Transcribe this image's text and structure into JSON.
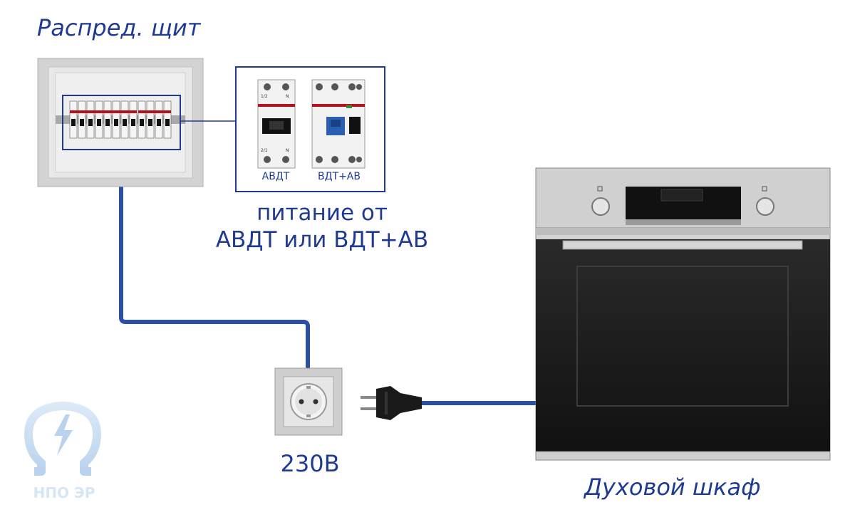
{
  "labels": {
    "panel": "Распред. щит",
    "feed_line1": "питание от",
    "feed_line2": "АВДТ или ВДТ+АВ",
    "breaker1": "АВДТ",
    "breaker2": "ВДТ+АВ",
    "voltage": "230В",
    "oven": "Духовой шкаф",
    "logo": "НПО ЭР"
  },
  "breaker_marks": {
    "top_left1": "1/2",
    "top_right1": "N",
    "bottom_left1": "2/1",
    "bottom_right1": "N"
  },
  "colors": {
    "accent": "#1f3a93",
    "cable": "#2a4fa8",
    "oven_glass": "#1a1a1a",
    "steel": "#c8c8c8",
    "breaker_red": "#b5121b",
    "logo": "#d6e6f5"
  },
  "icons": [
    "distribution-panel-icon",
    "breaker-icon",
    "socket-icon",
    "plug-icon",
    "oven-icon",
    "logo-icon"
  ]
}
